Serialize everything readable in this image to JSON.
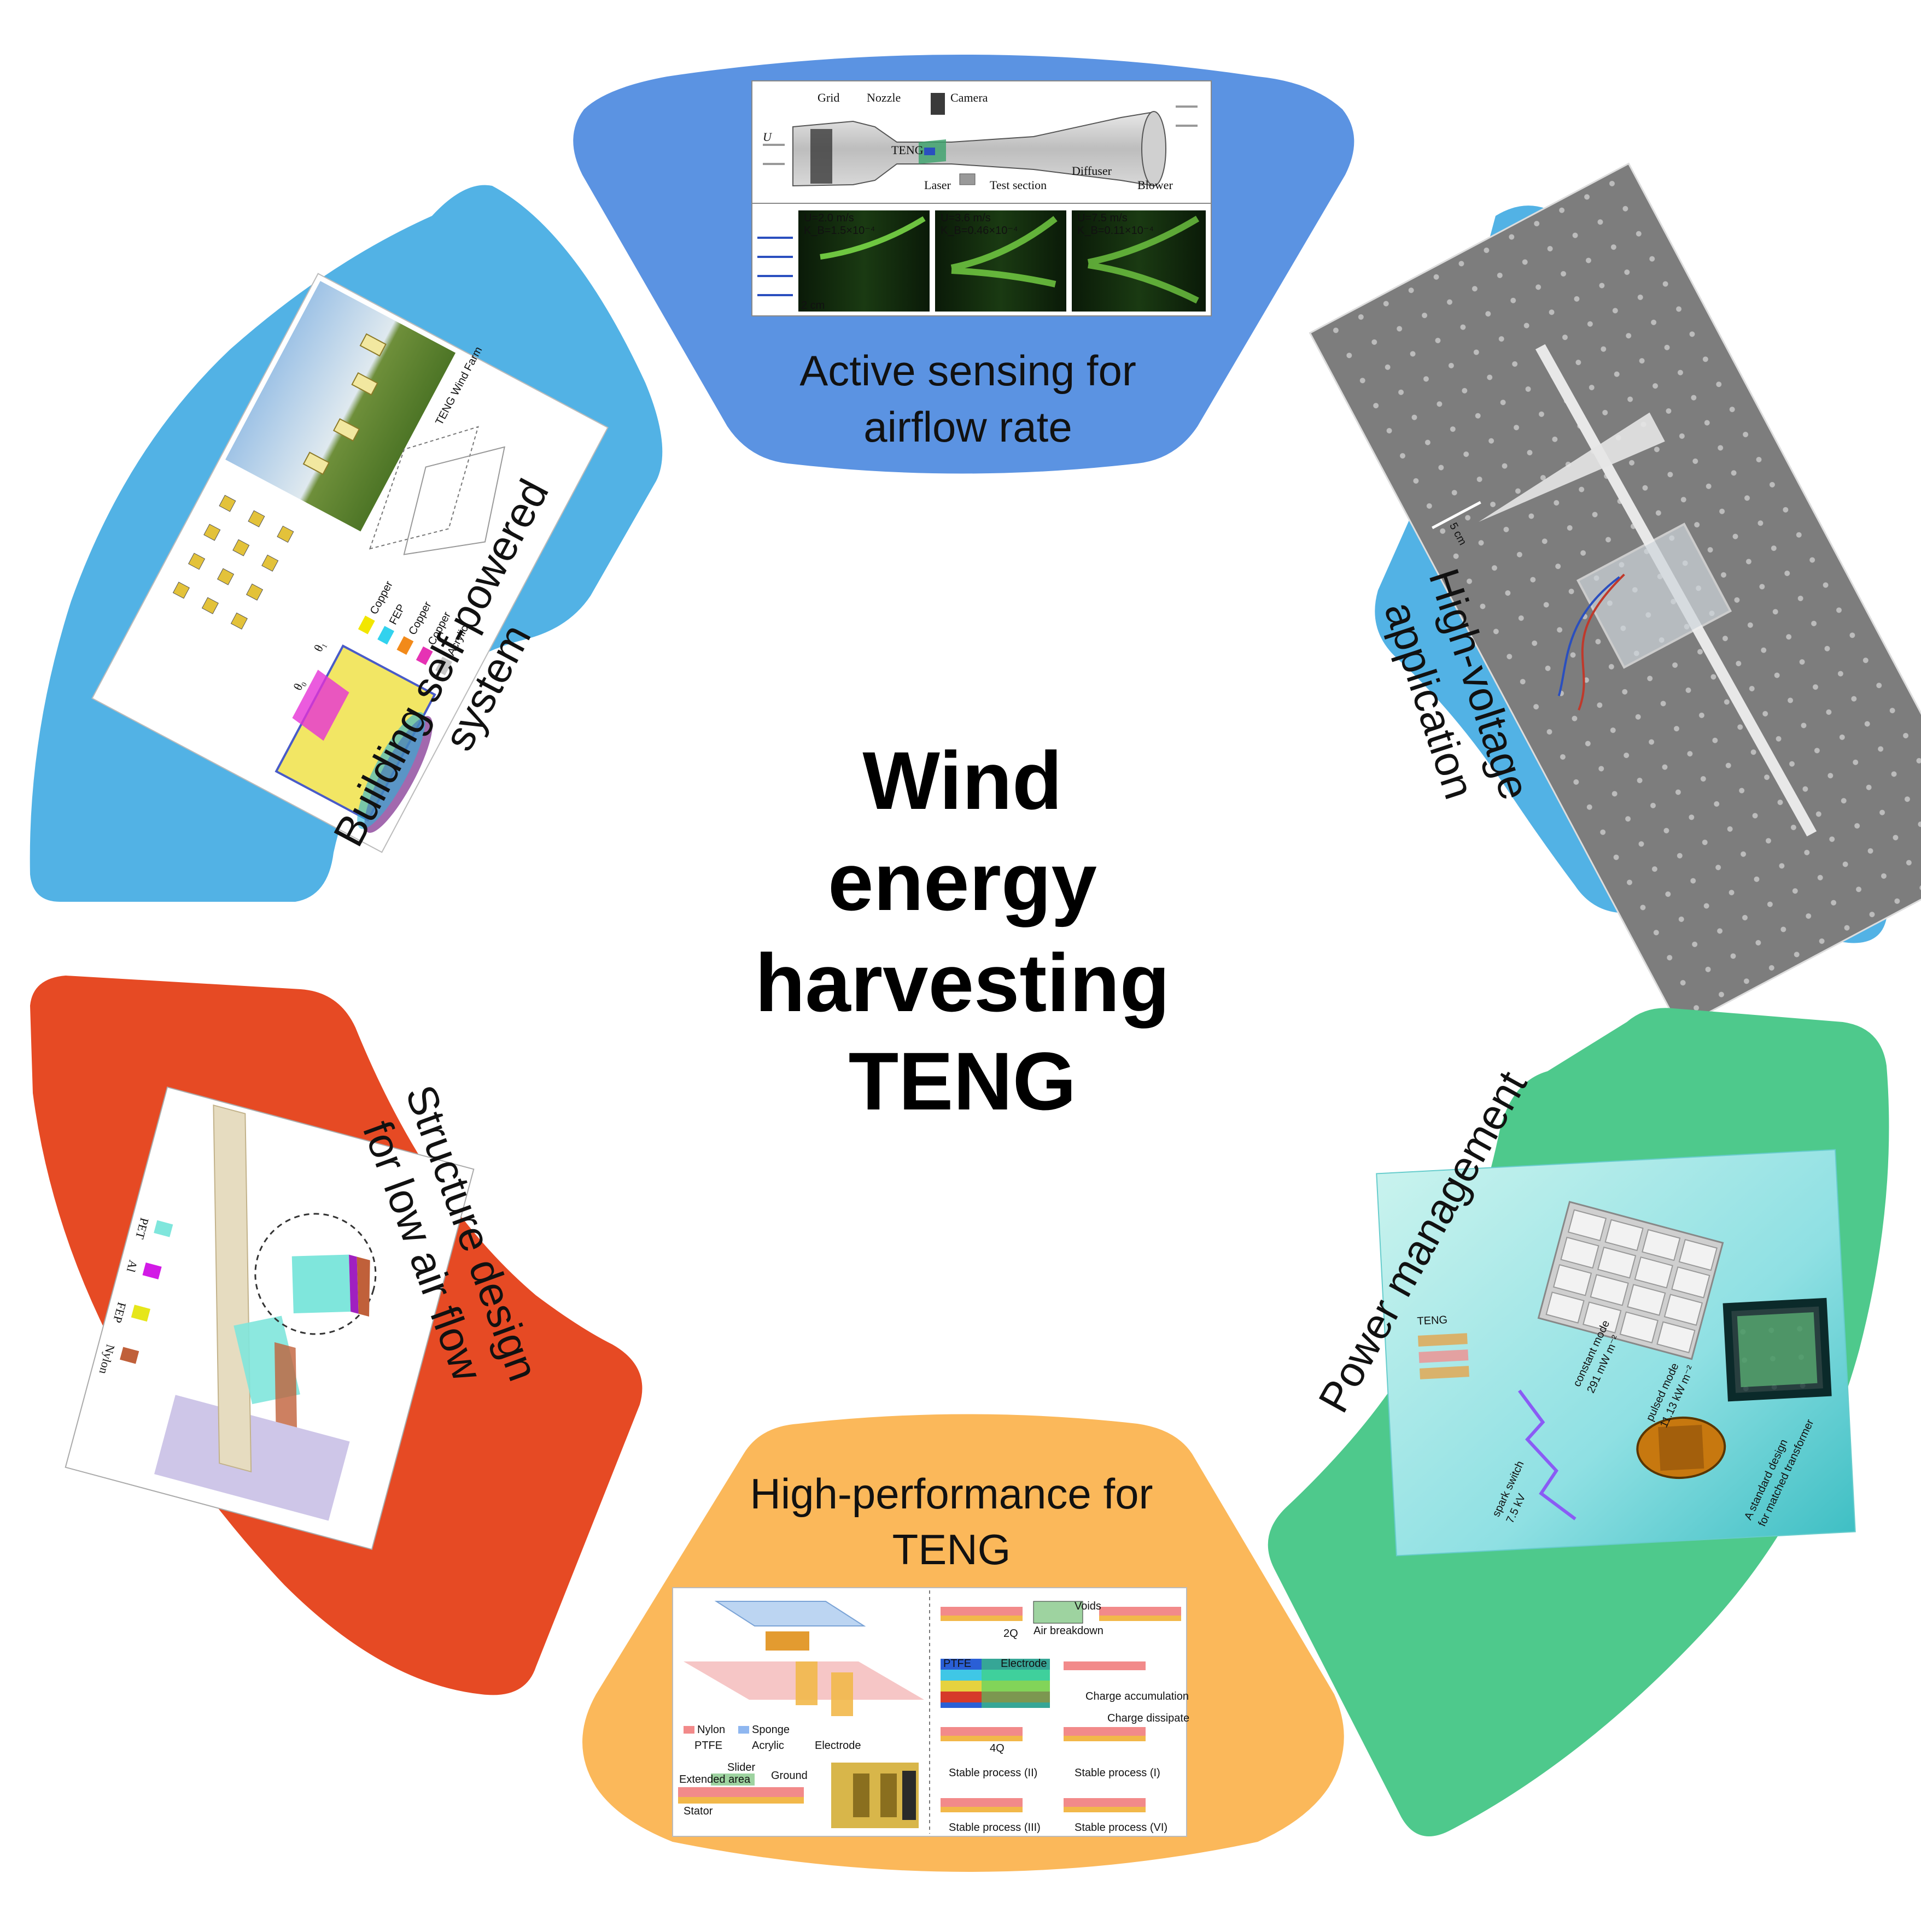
{
  "center": {
    "lines": [
      "Wind",
      "energy",
      "harvesting",
      "TENG"
    ]
  },
  "segments": [
    {
      "id": "active-sensing",
      "lines": [
        "Active sensing for",
        "airflow rate"
      ],
      "color": "#5b93e2",
      "figure": {
        "labels": [
          "Grid",
          "Nozzle",
          "Camera",
          "TENG",
          "Laser",
          "Test section",
          "Diffuser",
          "Blower",
          "U"
        ],
        "panels": [
          {
            "u": "U=2.0 m/s",
            "k": "K_B=1.5×10⁻⁴"
          },
          {
            "u": "U=3.6 m/s",
            "k": "K_B=0.46×10⁻⁴"
          },
          {
            "u": "U=7.5 m/s",
            "k": "K_B=0.11×10⁻⁴"
          }
        ],
        "scale": "2 cm"
      }
    },
    {
      "id": "high-voltage",
      "lines": [
        "High-voltage",
        "application"
      ],
      "color": "#52b2e5",
      "figure": {
        "scale": "5 cm"
      }
    },
    {
      "id": "power-management",
      "lines": [
        "Power management"
      ],
      "color": "#4ec98c",
      "figure": {
        "labels": [
          "TENG",
          "constant mode",
          "291 mW m⁻²",
          "pulsed mode",
          "11.13 kW m⁻²",
          "spark switch",
          "7.5 kV",
          "A standard design",
          "for matched transformer"
        ]
      }
    },
    {
      "id": "high-performance",
      "lines": [
        "High-performance for",
        "TENG"
      ],
      "color": "#fbb85a",
      "figure": {
        "legend": [
          "Nylon",
          "Sponge",
          "PTFE",
          "Acrylic",
          "Electrode"
        ],
        "labels": [
          "Slider",
          "Ground",
          "Extended area",
          "Stator",
          "Air breakdown",
          "Voids",
          "Charge accumulation",
          "Charge dissipate",
          "Stable process (II)",
          "Stable process (I)",
          "Stable process (III)",
          "Stable process (VI)",
          "2Q",
          "4Q",
          "PTFE",
          "Electrode"
        ]
      }
    },
    {
      "id": "structure-design",
      "lines": [
        "Structure design",
        "for low air flow"
      ],
      "color": "#e64a24",
      "figure": {
        "legend": [
          "PET",
          "Al",
          "FEP",
          "Nylon"
        ],
        "colors": [
          "#7fe6dc",
          "#d21ae6",
          "#e6e61a",
          "#c0603a"
        ]
      }
    },
    {
      "id": "self-powered",
      "lines": [
        "Building self-powered",
        "system"
      ],
      "color": "#52b2e5",
      "figure": {
        "legend": [
          "Copper",
          "FEP",
          "Copper",
          "Copper",
          "Acrylic"
        ],
        "colors": [
          "#f2e600",
          "#32d2ee",
          "#f28a1a",
          "#e632b4",
          "#c8c8c8"
        ],
        "angles": [
          "θ₀",
          "θ₁"
        ],
        "farm_label": "TENG Wind Farm"
      }
    }
  ]
}
